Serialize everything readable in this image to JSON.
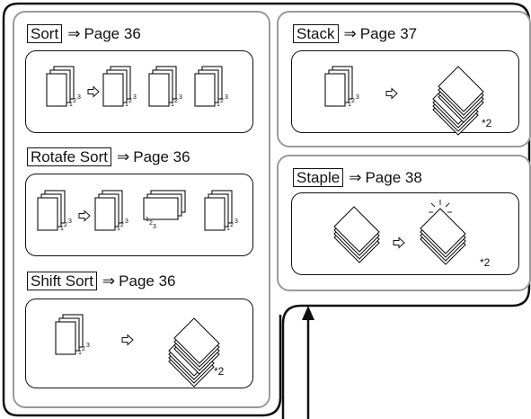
{
  "arrow_symbol": "⇒",
  "sections": {
    "sort": {
      "label": "Sort",
      "page": "Page 36"
    },
    "rotate_sort": {
      "label": "Rotafe Sort",
      "page": "Page 36"
    },
    "shift_sort": {
      "label": "Shift Sort",
      "page": "Page 36"
    },
    "stack": {
      "label": "Stack",
      "page": "Page 37"
    },
    "staple": {
      "label": "Staple",
      "page": "Page 38"
    }
  },
  "notes": {
    "shift_sort": "*2",
    "stack": "*2",
    "staple": "*2"
  },
  "page_numbers": {
    "one": "1",
    "two": "2",
    "three": "3"
  }
}
